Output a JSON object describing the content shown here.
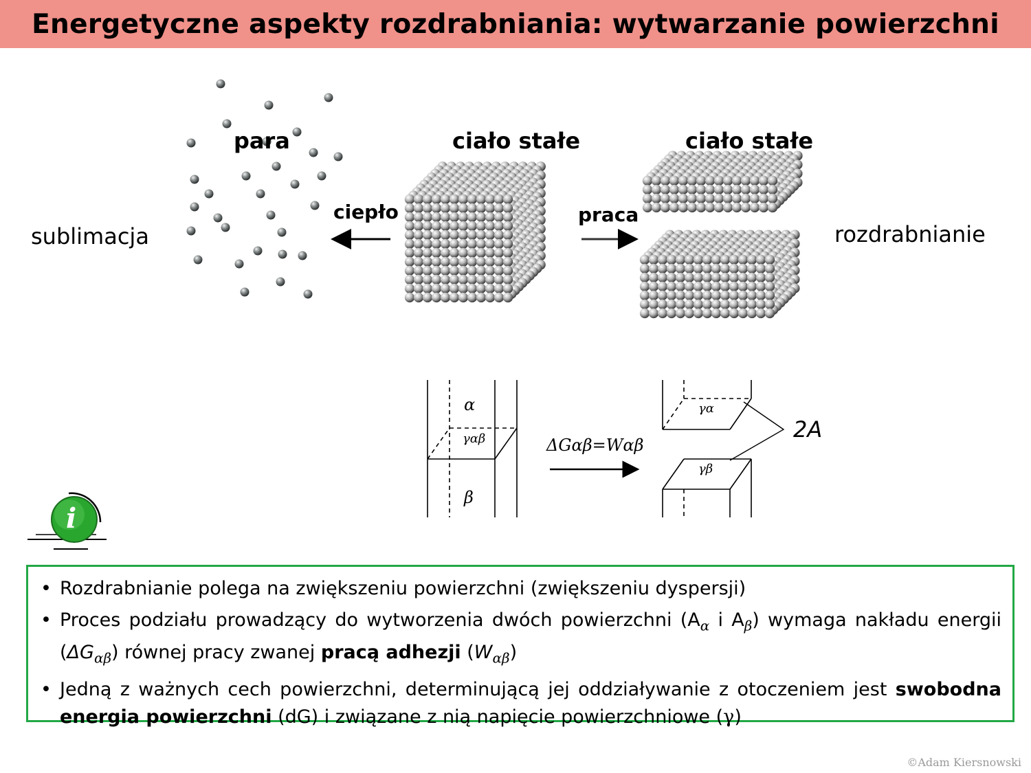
{
  "title": "Energetyczne aspekty rozdrabniania: wytwarzanie powierzchni",
  "diagram": {
    "label_para": "para",
    "label_solid_center": "ciało stałe",
    "label_solid_right": "ciało stałe",
    "label_heat": "ciepło",
    "label_work": "praca",
    "label_sublimation": "sublimacja",
    "label_comminution": "rozdrabnianie"
  },
  "schema": {
    "alpha": "α",
    "beta": "β",
    "gamma_ab": "γαβ",
    "equation": "ΔGαβ=Wαβ",
    "gamma_a": "γα",
    "gamma_b": "γβ",
    "label_2a": "2A"
  },
  "info": {
    "icon_letter": "i",
    "bullet": "•",
    "b1": "Rozdrabnianie polega na zwiększeniu powierzchni (zwiększeniu dyspersji)",
    "b2_pre": "Proces podziału prowadzący do wytworzenia dwóch powierzchni (A",
    "b2_sub_a": "α",
    "b2_mid": " i A",
    "b2_sub_b": "β",
    "b2_post": ") wymaga nakładu energii (",
    "b2_dg": "ΔG",
    "b2_sub_ab": "αβ",
    "b2_post2": ") równej pracy zwanej ",
    "b2_bold": "pracą adhezji",
    "b2_open": " (",
    "b2_w": "W",
    "b2_sub_ab2": "αβ",
    "b2_close": ")",
    "b3_pre": "Jedną z ważnych cech powierzchni, determinującą jej oddziaływanie z otoczeniem jest ",
    "b3_bold": "swobodna energia powierzchni",
    "b3_post": " (dG) i związane z nią napięcie powierzchniowe (",
    "b3_gamma": "γ",
    "b3_end": ")"
  },
  "copyright": "©Adam Kiersnowski"
}
